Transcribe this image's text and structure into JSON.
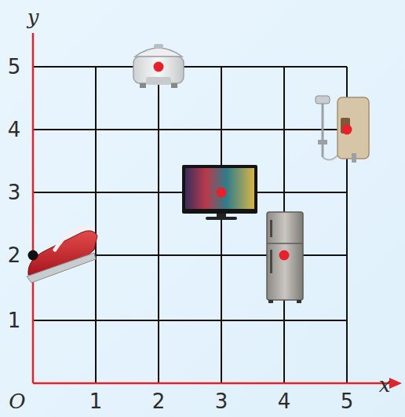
{
  "diagram": {
    "labels": [
      "y",
      "5",
      "4",
      "3",
      "2",
      "1",
      "O",
      "1",
      "2",
      "3",
      "4",
      "5",
      "x"
    ]
  }
}
